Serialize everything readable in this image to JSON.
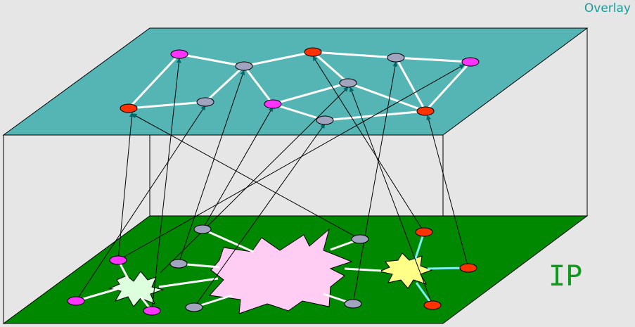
{
  "labels": {
    "overlay": "Overlay",
    "ip": "IP"
  },
  "colors": {
    "background": "#e6e6e6",
    "overlay_plane": "#55b4b4",
    "ip_plane": "#008800",
    "edge_white": "#ffffff",
    "edge_cyan": "#7ff0f0",
    "mapping_line": "#000000",
    "node_magenta": "#ff33ff",
    "node_red": "#ff3300",
    "node_gray": "#a0a4be",
    "cloud_pink": "#ffccf4",
    "cloud_lightgreen": "#ddffdd",
    "cloud_yellow": "#ffff88"
  },
  "node_types": [
    "magenta",
    "red",
    "gray"
  ]
}
